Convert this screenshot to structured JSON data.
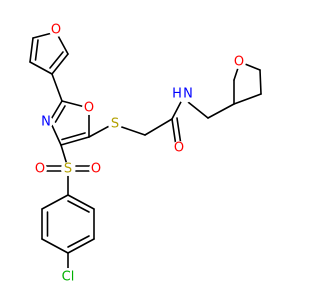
{
  "colors": {
    "bond": "#000000",
    "oxygen": "#ff0000",
    "nitrogen": "#0000ff",
    "sulfur": "#b3a100",
    "chlorine": "#00b000",
    "background": "#ffffff"
  },
  "atoms": {
    "furan_o": "O",
    "oxazole_o": "O",
    "oxazole_n": "N",
    "thioether_s": "S",
    "amide_o": "O",
    "amide_n": "N",
    "amide_h": "H",
    "thf_o": "O",
    "sulfonyl_s": "S",
    "sulfonyl_o_left": "O",
    "sulfonyl_o_right": "O",
    "chlorine": "Cl"
  }
}
